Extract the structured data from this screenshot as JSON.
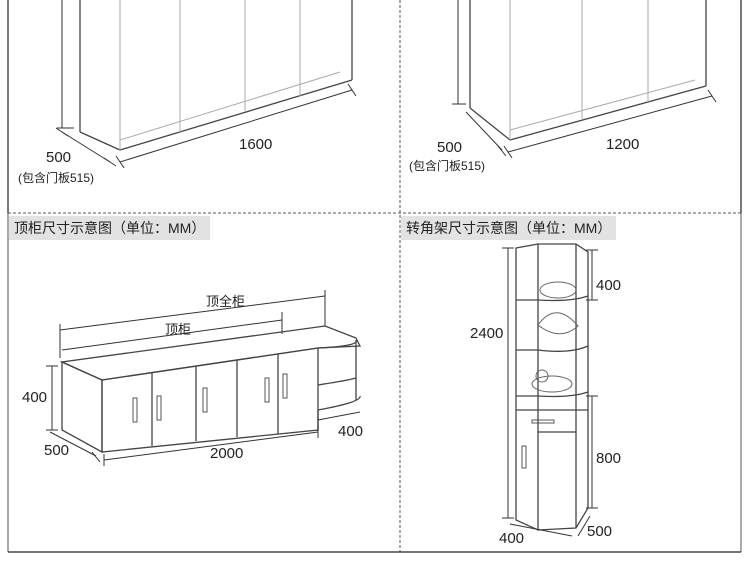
{
  "top_left": {
    "depth": "500",
    "depth_note": "(包含门板515)",
    "width": "1600"
  },
  "top_right": {
    "depth": "500",
    "depth_note": "(包含门板515)",
    "width": "1200"
  },
  "panel_left": {
    "title": "顶柜尺寸示意图（单位：MM）",
    "label_full": "顶全柜",
    "label_cabinet": "顶柜",
    "height": "400",
    "depth": "500",
    "width": "2000",
    "shelf_depth": "400"
  },
  "panel_right": {
    "title": "转角架尺寸示意图（单位：MM）",
    "height_total": "2400",
    "height_top": "400",
    "height_bottom": "800",
    "width": "400",
    "depth": "500"
  },
  "colors": {
    "label_bg": "#e2e2e2",
    "line": "#444444",
    "frame": "#222222"
  }
}
